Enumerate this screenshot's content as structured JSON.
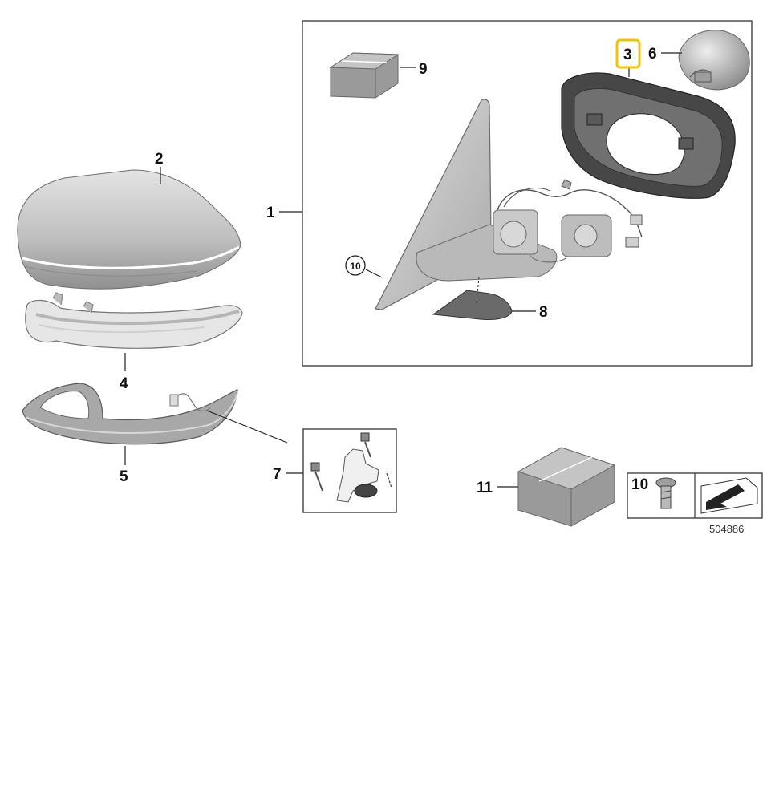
{
  "callouts": {
    "c1": "1",
    "c2": "2",
    "c3": "3",
    "c4": "4",
    "c5": "5",
    "c6": "6",
    "c7": "7",
    "c8": "8",
    "c9": "9",
    "c10_circle": "10",
    "c10_box": "10",
    "c11": "11"
  },
  "highlight_color": "#f2c300",
  "reference_number": "504886"
}
